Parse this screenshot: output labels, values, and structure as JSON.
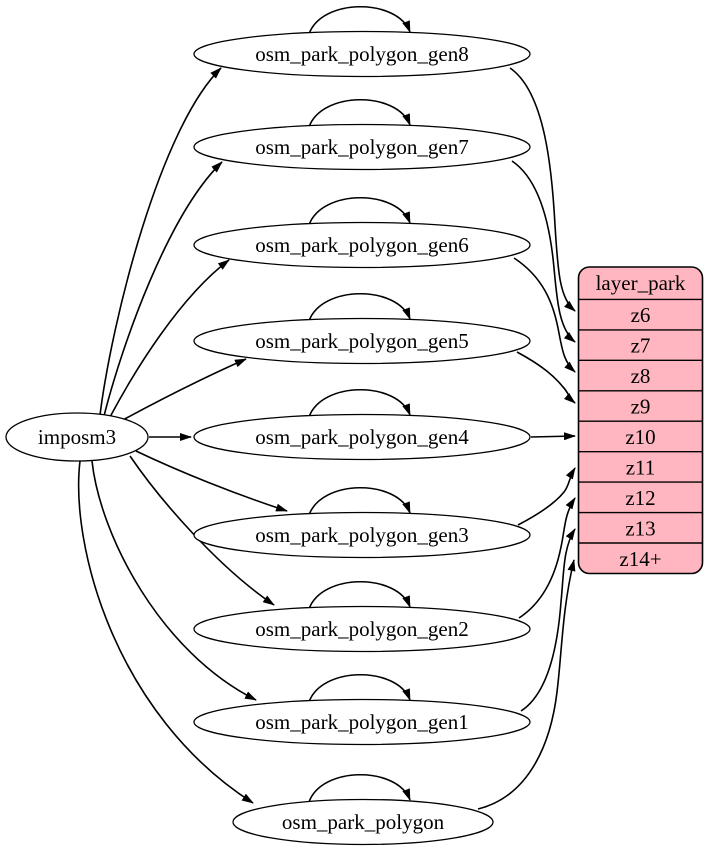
{
  "diagram": {
    "source_node": {
      "label": "imposm3"
    },
    "table_nodes": [
      {
        "label": "osm_park_polygon_gen8"
      },
      {
        "label": "osm_park_polygon_gen7"
      },
      {
        "label": "osm_park_polygon_gen6"
      },
      {
        "label": "osm_park_polygon_gen5"
      },
      {
        "label": "osm_park_polygon_gen4"
      },
      {
        "label": "osm_park_polygon_gen3"
      },
      {
        "label": "osm_park_polygon_gen2"
      },
      {
        "label": "osm_park_polygon_gen1"
      },
      {
        "label": "osm_park_polygon"
      }
    ],
    "layer_node": {
      "title": "layer_park",
      "rows": [
        "z6",
        "z7",
        "z8",
        "z9",
        "z10",
        "z11",
        "z12",
        "z13",
        "z14+"
      ]
    },
    "edges": [
      {
        "from": "imposm3",
        "to": "osm_park_polygon_gen8"
      },
      {
        "from": "imposm3",
        "to": "osm_park_polygon_gen7"
      },
      {
        "from": "imposm3",
        "to": "osm_park_polygon_gen6"
      },
      {
        "from": "imposm3",
        "to": "osm_park_polygon_gen5"
      },
      {
        "from": "imposm3",
        "to": "osm_park_polygon_gen4"
      },
      {
        "from": "imposm3",
        "to": "osm_park_polygon_gen3"
      },
      {
        "from": "imposm3",
        "to": "osm_park_polygon_gen2"
      },
      {
        "from": "imposm3",
        "to": "osm_park_polygon_gen1"
      },
      {
        "from": "imposm3",
        "to": "osm_park_polygon"
      },
      {
        "from": "osm_park_polygon_gen8",
        "to": "osm_park_polygon_gen8",
        "type": "self"
      },
      {
        "from": "osm_park_polygon_gen7",
        "to": "osm_park_polygon_gen7",
        "type": "self"
      },
      {
        "from": "osm_park_polygon_gen6",
        "to": "osm_park_polygon_gen6",
        "type": "self"
      },
      {
        "from": "osm_park_polygon_gen5",
        "to": "osm_park_polygon_gen5",
        "type": "self"
      },
      {
        "from": "osm_park_polygon_gen4",
        "to": "osm_park_polygon_gen4",
        "type": "self"
      },
      {
        "from": "osm_park_polygon_gen3",
        "to": "osm_park_polygon_gen3",
        "type": "self"
      },
      {
        "from": "osm_park_polygon_gen2",
        "to": "osm_park_polygon_gen2",
        "type": "self"
      },
      {
        "from": "osm_park_polygon_gen1",
        "to": "osm_park_polygon_gen1",
        "type": "self"
      },
      {
        "from": "osm_park_polygon",
        "to": "osm_park_polygon",
        "type": "self"
      },
      {
        "from": "osm_park_polygon_gen8",
        "to": "layer_park.z6"
      },
      {
        "from": "osm_park_polygon_gen7",
        "to": "layer_park.z7"
      },
      {
        "from": "osm_park_polygon_gen6",
        "to": "layer_park.z8"
      },
      {
        "from": "osm_park_polygon_gen5",
        "to": "layer_park.z9"
      },
      {
        "from": "osm_park_polygon_gen4",
        "to": "layer_park.z10"
      },
      {
        "from": "osm_park_polygon_gen3",
        "to": "layer_park.z11"
      },
      {
        "from": "osm_park_polygon_gen2",
        "to": "layer_park.z12"
      },
      {
        "from": "osm_park_polygon_gen1",
        "to": "layer_park.z13"
      },
      {
        "from": "osm_park_polygon",
        "to": "layer_park.z14+"
      }
    ],
    "colors": {
      "layer_fill": "#ffb6c1",
      "node_fill": "#ffffff",
      "line": "#000000"
    }
  }
}
